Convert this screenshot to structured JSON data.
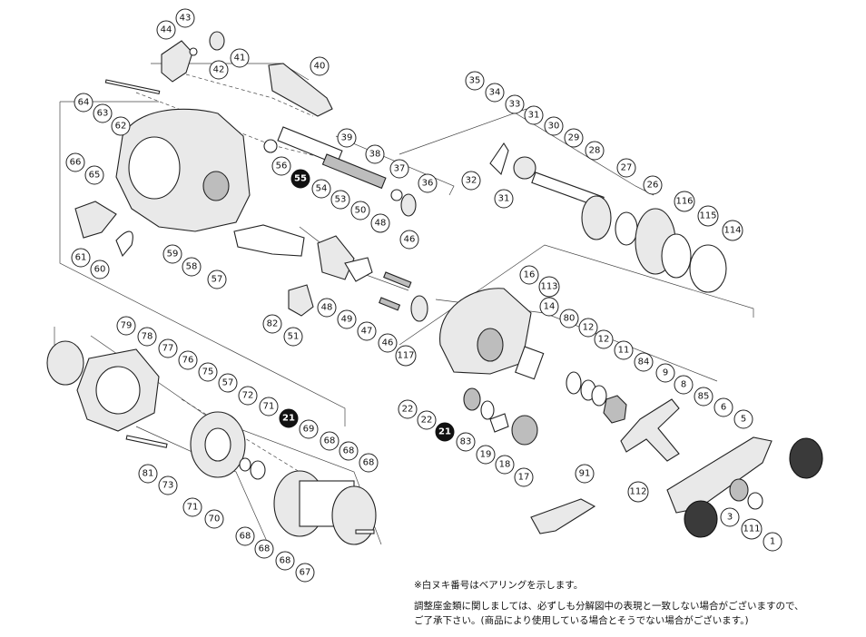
{
  "callouts": [
    "43",
    "44",
    "42",
    "41",
    "40",
    "64",
    "63",
    "62",
    "39",
    "66",
    "65",
    "56",
    "55",
    "38",
    "37",
    "36",
    "54",
    "53",
    "50",
    "48",
    "46",
    "59",
    "58",
    "57",
    "61",
    "60",
    "82",
    "51",
    "48",
    "49",
    "47",
    "46",
    "117",
    "35",
    "34",
    "33",
    "31",
    "30",
    "29",
    "28",
    "32",
    "31",
    "27",
    "26",
    "116",
    "115",
    "114",
    "16",
    "113",
    "14",
    "80",
    "12",
    "12",
    "11",
    "84",
    "9",
    "8",
    "85",
    "6",
    "5",
    "22",
    "22",
    "21",
    "83",
    "19",
    "18",
    "17",
    "79",
    "78",
    "77",
    "76",
    "75",
    "57",
    "72",
    "71",
    "21",
    "69",
    "68",
    "68",
    "68",
    "81",
    "73",
    "71",
    "70",
    "68",
    "68",
    "68",
    "67",
    "91",
    "112",
    "3",
    "111",
    "1"
  ],
  "bearing_callouts": [
    "55",
    "21",
    "21"
  ],
  "notes": {
    "line1": "※白ヌキ番号はベアリングを示します。",
    "line2": "調整座金類に関しましては、必ずしも分解図中の表現と一致しない場合がございますので、",
    "line3": "ご了承下さい。(商品により使用している場合とそうでない場合がございます。)"
  }
}
